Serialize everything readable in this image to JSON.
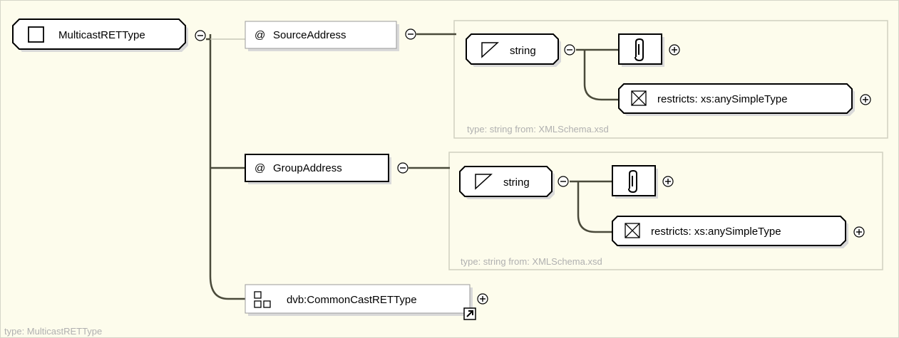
{
  "root": {
    "label": "MulticastRETType",
    "type_caption": "type: MulticastRETType"
  },
  "attributes": [
    {
      "label": "SourceAddress",
      "prefix": "@",
      "simple_type": "string",
      "restricts": "restricts: xs:anySimpleType",
      "type_caption": "type: string from: XMLSchema.xsd"
    },
    {
      "label": "GroupAddress",
      "prefix": "@",
      "simple_type": "string",
      "restricts": "restricts: xs:anySimpleType",
      "type_caption": "type: string from: XMLSchema.xsd"
    }
  ],
  "base_type": {
    "label": "dvb:CommonCastRETType"
  },
  "colors": {
    "background": "#fdfcec",
    "line": "#4a4a3a",
    "node_border": "#000000",
    "caption": "#b0b0b0",
    "box_border": "#d0d0c0"
  }
}
